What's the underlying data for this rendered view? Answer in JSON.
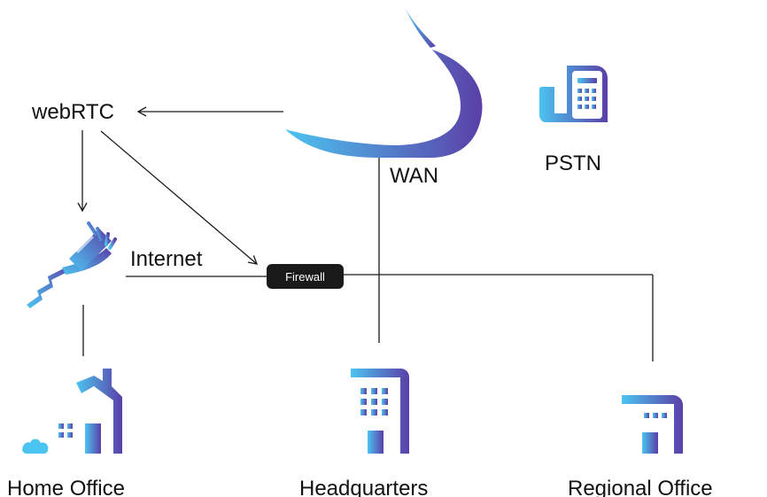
{
  "nodes": {
    "webrtc": "webRTC",
    "wan": "WAN",
    "pstn": "PSTN",
    "internet": "Internet",
    "firewall": "Firewall",
    "home_office": "Home Office",
    "headquarters": "Headquarters",
    "regional_office": "Regional Office"
  },
  "colors": {
    "gradient_light": "#4cc4f0",
    "gradient_dark": "#5b3fa8",
    "line": "#1a1a1a",
    "firewall_bg": "#1a1a1a",
    "firewall_text": "#ffffff"
  },
  "icons": {
    "wan": "cloud-icon",
    "pstn": "phone-icon",
    "internet": "network-cable-icon",
    "home_office": "house-icon",
    "headquarters": "office-building-icon",
    "regional_office": "small-office-building-icon"
  }
}
